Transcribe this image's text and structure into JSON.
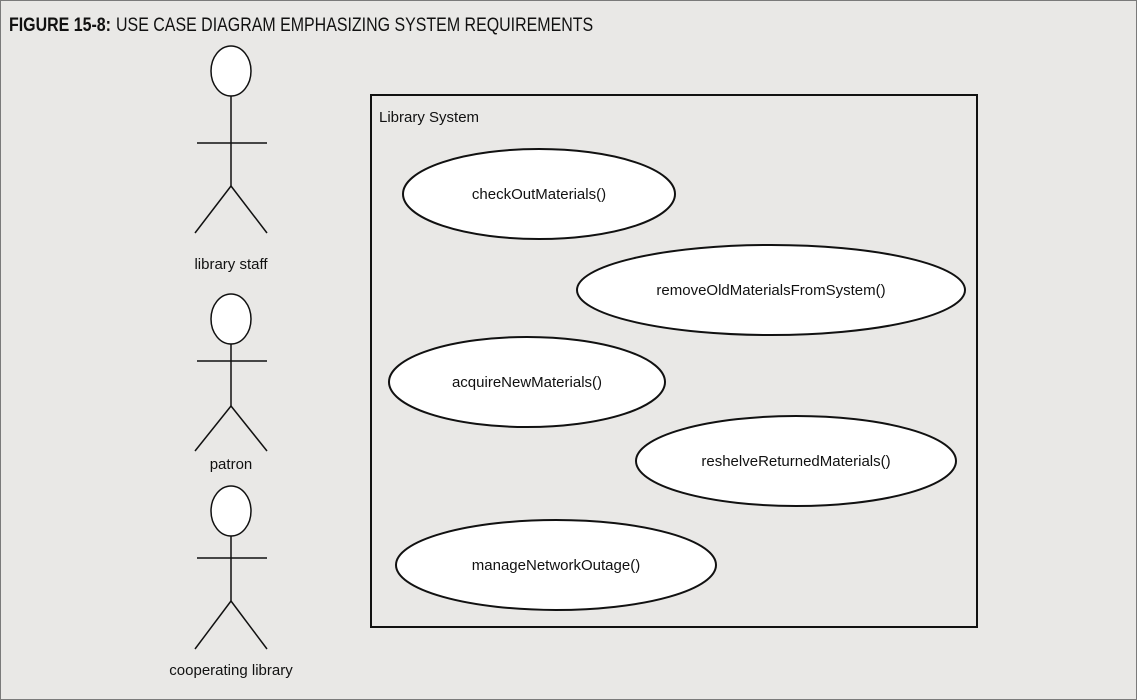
{
  "figure": {
    "label": "FIGURE 15-8:",
    "title": "USE CASE DIAGRAM EMPHASIZING SYSTEM REQUIREMENTS"
  },
  "system": {
    "name": "Library System"
  },
  "actors": [
    {
      "name": "library staff"
    },
    {
      "name": "patron"
    },
    {
      "name": "cooperating library"
    }
  ],
  "use_cases": [
    {
      "name": "checkOutMaterials()"
    },
    {
      "name": "removeOldMaterialsFromSystem()"
    },
    {
      "name": "acquireNewMaterials()"
    },
    {
      "name": "reshelveReturnedMaterials()"
    },
    {
      "name": "manageNetworkOutage()"
    }
  ]
}
